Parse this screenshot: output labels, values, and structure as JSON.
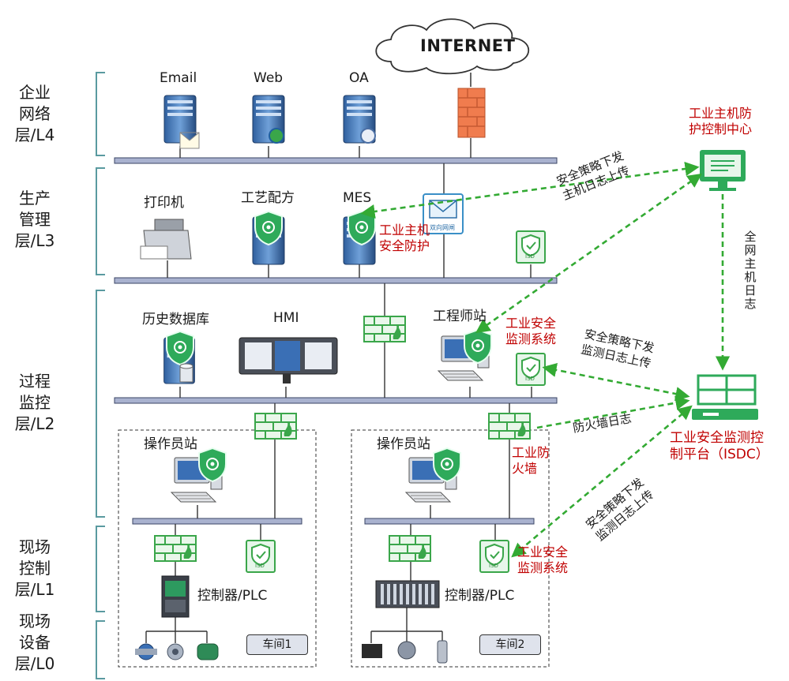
{
  "internet": "INTERNET",
  "layers": [
    {
      "id": "l4",
      "lines": [
        "企业",
        "网络",
        "层/L4"
      ]
    },
    {
      "id": "l3",
      "lines": [
        "生产",
        "管理",
        "层/L3"
      ]
    },
    {
      "id": "l2",
      "lines": [
        "过程",
        "监控",
        "层/L2"
      ]
    },
    {
      "id": "l1",
      "lines": [
        "现场",
        "控制",
        "层/L1"
      ]
    },
    {
      "id": "l0",
      "lines": [
        "现场",
        "设备",
        "层/L0"
      ]
    }
  ],
  "l4_devices": [
    "Email",
    "Web",
    "OA"
  ],
  "l3_devices": [
    "打印机",
    "工艺配方",
    "MES"
  ],
  "l2_devices": [
    "历史数据库",
    "HMI",
    "工程师站"
  ],
  "workshop": {
    "operator_station": "操作员站",
    "controller": "控制器/PLC",
    "ws1": "车间1",
    "ws2": "车间2"
  },
  "gateway_caption": "双向网闸",
  "isd_label": "ISD",
  "red_labels": {
    "host_protection": [
      "工业主机",
      "安全防护"
    ],
    "monitor_system_l2": [
      "工业安全",
      "监测系统"
    ],
    "firewall": [
      "工业防",
      "火墙"
    ],
    "monitor_system_l1": [
      "工业安全",
      "监测系统"
    ],
    "host_center": [
      "工业主机防",
      "护控制中心"
    ],
    "isdc": [
      "工业安全监测控",
      "制平台（ISDC）"
    ]
  },
  "arrow_labels": {
    "policy_host": [
      "安全策略下发",
      "主机日志上传"
    ],
    "all_host_log": "全网主机日志",
    "policy_monitor": [
      "安全策略下发",
      "监测日志上传"
    ],
    "firewall_log": "防火墙日志",
    "policy_monitor_l1": [
      "安全策略下发",
      "监测日志上传"
    ]
  },
  "colors": {
    "bus": "#a9b2cf",
    "bus_border": "#3a4466",
    "bracket": "#5a9aa0",
    "dash_arrow": "#33aa33",
    "accent_red": "#c00000",
    "shield": "#2eaa5a"
  }
}
